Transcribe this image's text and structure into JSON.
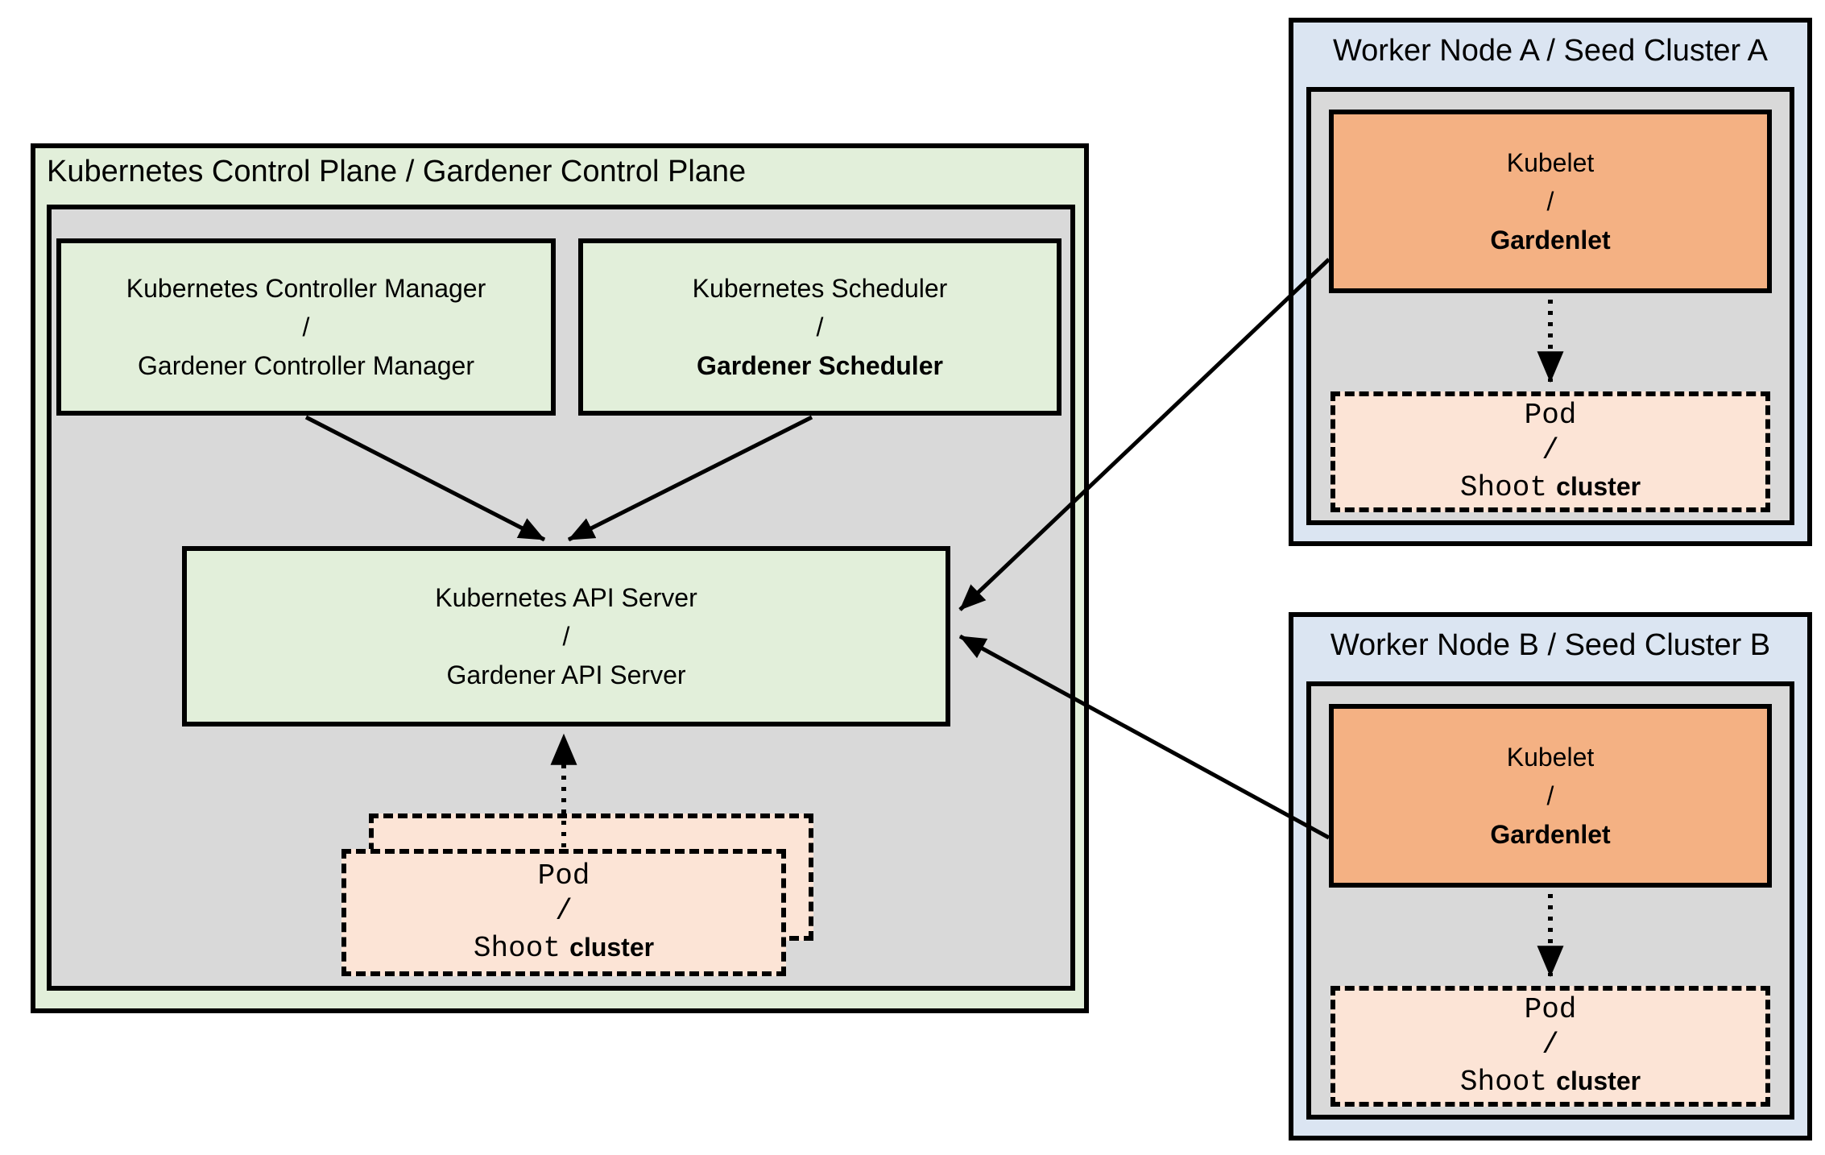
{
  "colors": {
    "light_green": "#e2efda",
    "gray": "#d9d9d9",
    "light_blue": "#dbe5f2",
    "orange": "#f4b183",
    "peach": "#fce4d6",
    "line": "#000000"
  },
  "control_plane": {
    "title": "Kubernetes Control Plane / Gardener Control Plane",
    "controller_manager": {
      "line1": "Kubernetes Controller Manager",
      "sep": "/",
      "line2": "Gardener Controller Manager"
    },
    "scheduler": {
      "line1": "Kubernetes Scheduler",
      "sep": "/",
      "line2": "Gardener Scheduler"
    },
    "api_server": {
      "line1": "Kubernetes API Server",
      "sep": "/",
      "line2": "Gardener API Server"
    },
    "pod": {
      "line1": "Pod",
      "sep": "/",
      "line2_code": "Shoot",
      "line2_text": "cluster"
    }
  },
  "worker_node_a": {
    "title": "Worker Node A / Seed Cluster A",
    "kubelet": {
      "line1": "Kubelet",
      "sep": "/",
      "line2": "Gardenlet"
    },
    "pod": {
      "line1": "Pod",
      "sep": "/",
      "line2_code": "Shoot",
      "line2_text": "cluster"
    }
  },
  "worker_node_b": {
    "title": "Worker Node B / Seed Cluster B",
    "kubelet": {
      "line1": "Kubelet",
      "sep": "/",
      "line2": "Gardenlet"
    },
    "pod": {
      "line1": "Pod",
      "sep": "/",
      "line2_code": "Shoot",
      "line2_text": "cluster"
    }
  }
}
